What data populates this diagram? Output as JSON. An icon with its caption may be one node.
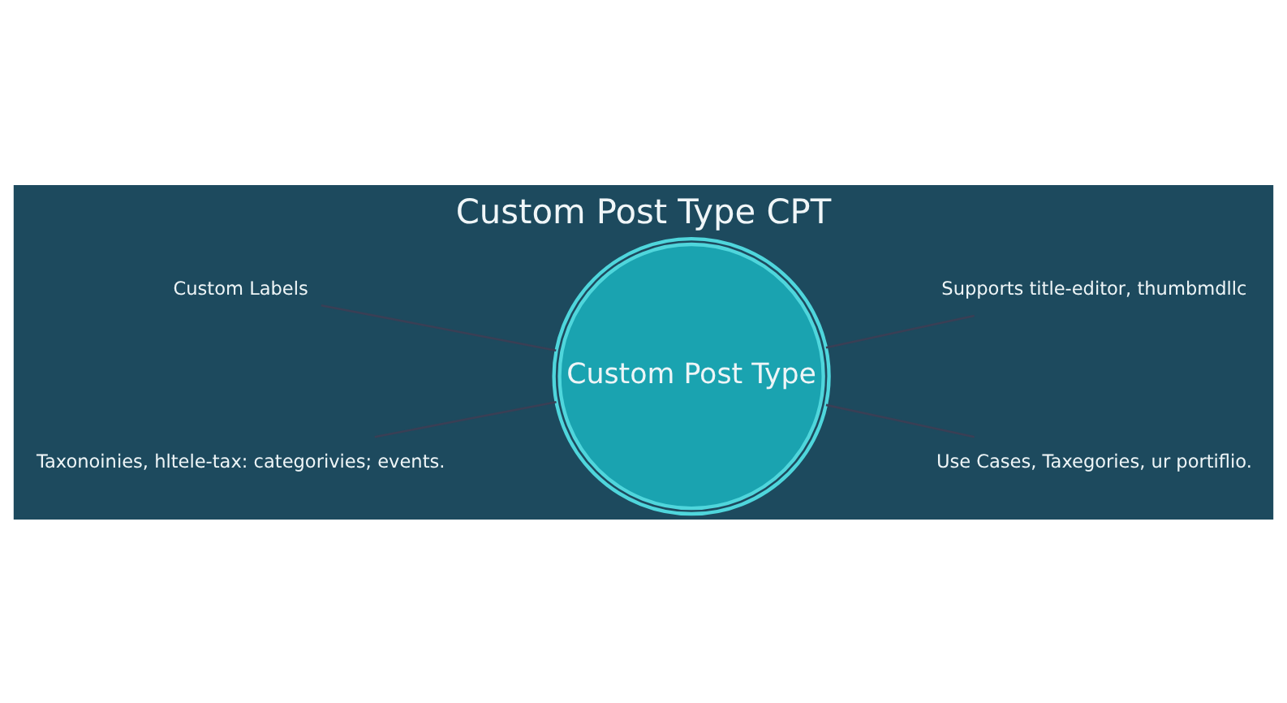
{
  "diagram": {
    "title": "Custom Post Type CPT",
    "nodes": [
      {
        "text": [
          "Custom Labels"
        ]
      },
      {
        "text": [
          "Supports title-editor, thumbmdllc"
        ]
      },
      {
        "text": [
          "Custom Post Type"
        ]
      },
      {
        "text": [
          "Taxonoinies, hltele-tax: categorivies; events."
        ]
      },
      {
        "text": [
          "Use Cases, Taxegories, ur portiflio."
        ]
      }
    ],
    "edges": [
      {
        "from": 0,
        "to": 2,
        "arrow": "none"
      },
      {
        "from": 1,
        "to": 2,
        "arrow": "none"
      },
      {
        "from": 3,
        "to": 2,
        "arrow": "none"
      },
      {
        "from": 4,
        "to": 2,
        "arrow": "none"
      }
    ]
  }
}
